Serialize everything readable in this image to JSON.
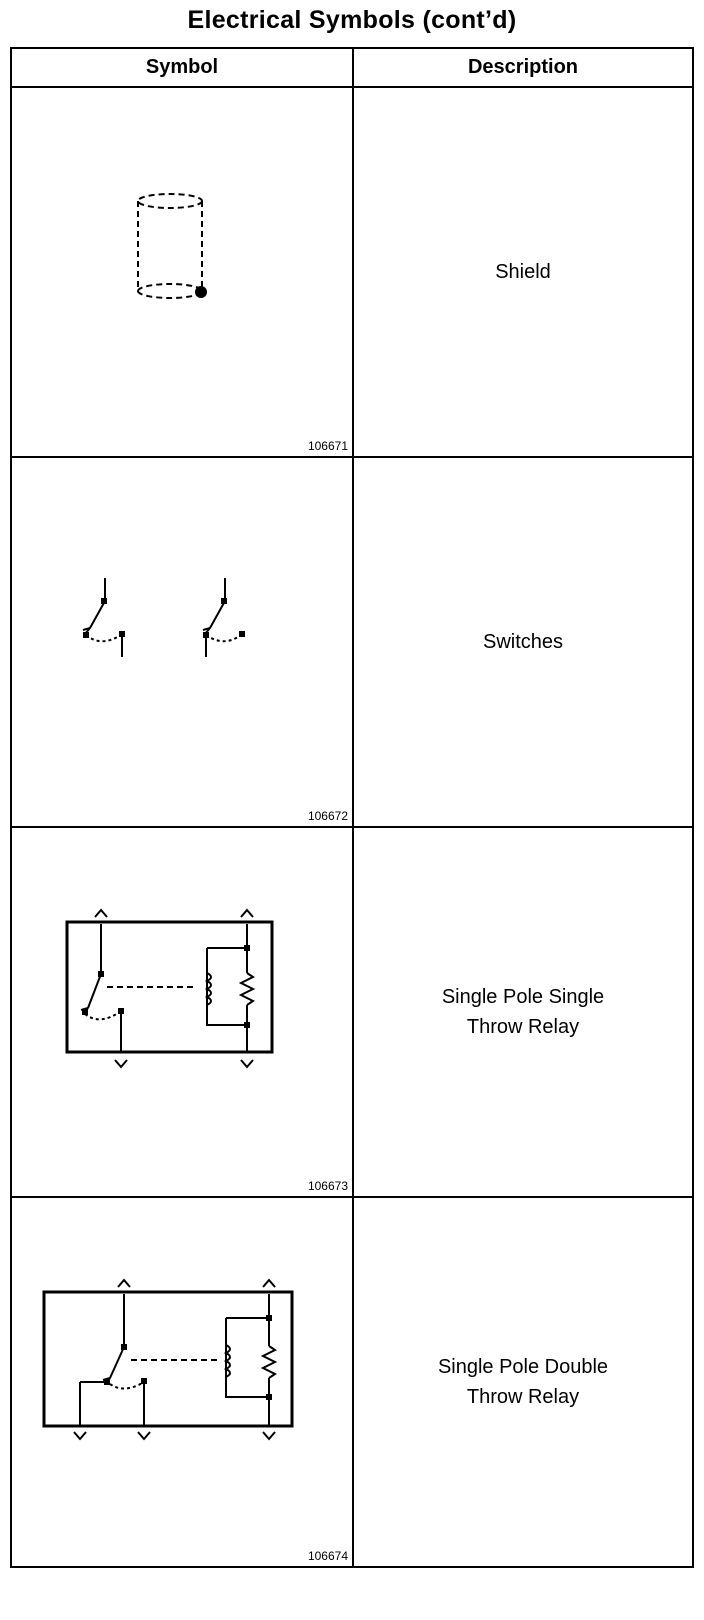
{
  "title": "Electrical Symbols (cont’d)",
  "table": {
    "headers": {
      "symbol": "Symbol",
      "description": "Description"
    },
    "rows": [
      {
        "figure": "106671",
        "icon": "shield-symbol",
        "description": [
          "Shield"
        ]
      },
      {
        "figure": "106672",
        "icon": "switches-symbol",
        "description": [
          "Switches"
        ]
      },
      {
        "figure": "106673",
        "icon": "spst-relay-symbol",
        "description": [
          "Single Pole Single",
          "Throw Relay"
        ]
      },
      {
        "figure": "106674",
        "icon": "spdt-relay-symbol",
        "description": [
          "Single Pole Double",
          "Throw Relay"
        ]
      }
    ]
  }
}
